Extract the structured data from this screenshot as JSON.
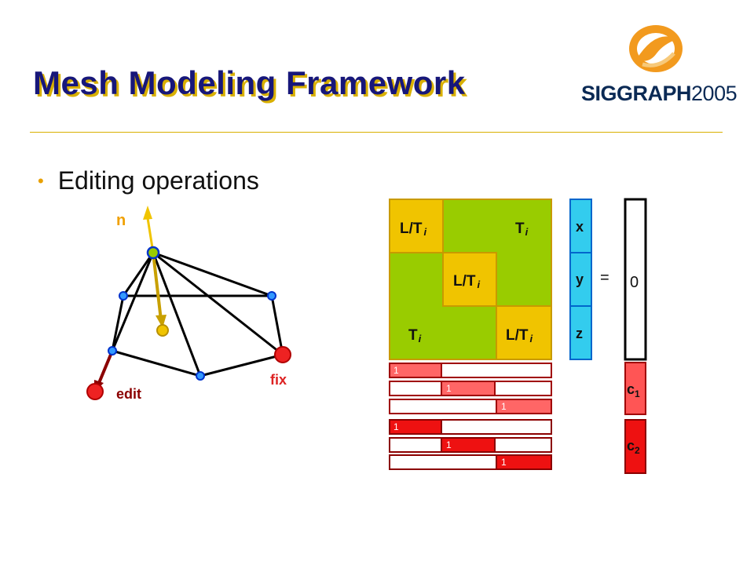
{
  "slide": {
    "title": "Mesh Modeling Framework",
    "bullet": "Editing operations"
  },
  "logo": {
    "brand": "SIGGRAPH",
    "year": "2005"
  },
  "mesh": {
    "normal_label": "n",
    "edit_label": "edit",
    "fix_label": "fix"
  },
  "matrix": {
    "block_lt": "L/T",
    "block_t": "T",
    "subscript": "i",
    "constraint_one": "1"
  },
  "vector": {
    "x": "x",
    "y": "y",
    "z": "z"
  },
  "rhs": {
    "equals": "=",
    "zero": "0",
    "c1": "c",
    "c1_sub": "1",
    "c2": "c",
    "c2_sub": "2"
  },
  "colors": {
    "title": "#17177a",
    "title_shadow": "#d9b000",
    "green_block": "#99cc00",
    "yellow_block": "#f0c400",
    "cyan_vector": "#33ccee",
    "red_constraint": "#ee2222",
    "dark_red": "#8b0000"
  }
}
